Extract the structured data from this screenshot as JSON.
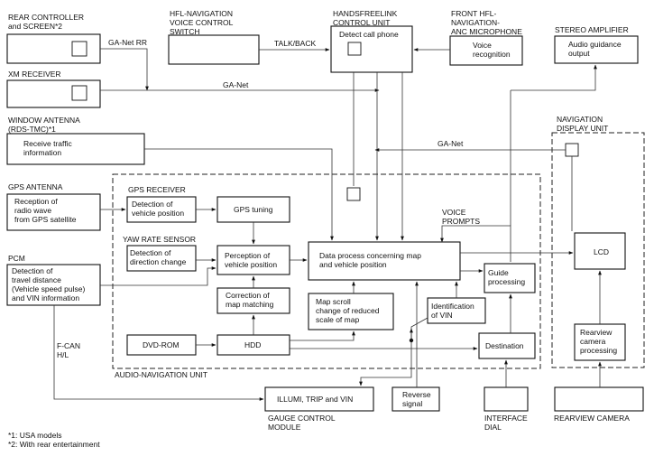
{
  "labels": {
    "rear_controller": [
      "REAR CONTROLLER",
      "and SCREEN*2"
    ],
    "xm_receiver": [
      "XM RECEIVER"
    ],
    "window_antenna": [
      "WINDOW ANTENNA",
      "(RDS-TMC)*1"
    ],
    "gps_antenna": [
      "GPS ANTENNA"
    ],
    "pcm": [
      "PCM"
    ],
    "hfl_nav_switch": [
      "HFL-NAVIGATION",
      "VOICE CONTROL",
      "SWITCH"
    ],
    "handsfreelink": [
      "HANDSFREELINK",
      "CONTROL UNIT"
    ],
    "front_hfl_mic": [
      "FRONT HFL-",
      "NAVIGATION-",
      "ANC MICROPHONE"
    ],
    "stereo_amplifier": [
      "STEREO AMPLIFIER"
    ],
    "navigation_display": [
      "NAVIGATION",
      "DISPLAY UNIT"
    ],
    "gps_receiver": [
      "GPS RECEIVER"
    ],
    "yaw_rate_sensor": [
      "YAW RATE SENSOR"
    ],
    "audio_nav_unit": [
      "AUDIO-NAVIGATION UNIT"
    ],
    "gauge_control": [
      "GAUGE CONTROL",
      "MODULE"
    ],
    "interface_dial": [
      "INTERFACE",
      "DIAL"
    ],
    "rearview_camera": [
      "REARVIEW CAMERA"
    ],
    "ga_net_rr": [
      "GA-Net RR"
    ],
    "ga_net_1": [
      "GA-Net"
    ],
    "ga_net_2": [
      "GA-Net"
    ],
    "talk_back": [
      "TALK/BACK"
    ],
    "voice_prompts": [
      "VOICE",
      "PROMPTS"
    ],
    "f_can": [
      "F-CAN",
      "H/L"
    ]
  },
  "boxes": {
    "detect_call_phone": [
      "Detect call phone"
    ],
    "voice_recognition": [
      "Voice",
      "recognition"
    ],
    "audio_guidance": [
      "Audio guidance",
      "output"
    ],
    "receive_traffic": [
      "Receive traffic",
      "information"
    ],
    "reception_gps": [
      "Reception of",
      "radio wave",
      "from GPS satellite"
    ],
    "detection_vehicle_position": [
      "Detection of",
      "vehicle position"
    ],
    "gps_tuning": [
      "GPS tuning"
    ],
    "detection_direction": [
      "Detection of",
      "direction change"
    ],
    "perception_position": [
      "Perception of",
      "vehicle position"
    ],
    "data_process": [
      "Data process concerning map",
      "and vehicle position"
    ],
    "lcd": [
      "LCD"
    ],
    "detection_travel": [
      "Detection of",
      "travel distance",
      "(Vehicle speed pulse)",
      "and VIN information"
    ],
    "correction_map": [
      "Correction of",
      "map matching"
    ],
    "map_scroll": [
      "Map scroll",
      "change of reduced",
      "scale of map"
    ],
    "identification_vin": [
      "Identification",
      "of VIN"
    ],
    "guide_processing": [
      "Guide",
      "processing"
    ],
    "dvd_rom": [
      "DVD-ROM"
    ],
    "hdd": [
      "HDD"
    ],
    "destination": [
      "Destination"
    ],
    "rearview_processing": [
      "Rearview",
      "camera",
      "processing"
    ],
    "illumi_trip_vin": [
      "ILLUMI, TRIP and VIN"
    ],
    "reverse_signal": [
      "Reverse",
      "signal"
    ]
  },
  "footnotes": [
    "*1: USA models",
    "*2: With rear entertainment"
  ]
}
